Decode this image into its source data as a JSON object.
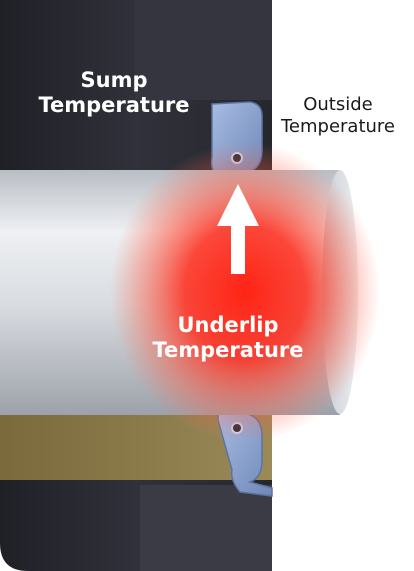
{
  "labels": {
    "sump": [
      "Sump",
      "Temperature"
    ],
    "outside": [
      "Outside",
      "Temperature"
    ],
    "underlip": [
      "Underlip",
      "Temperature"
    ]
  },
  "colors": {
    "housing": "#2b2c33",
    "shaft": "#d6d9de",
    "heat": "#ff2a1a",
    "seal": "#8fa9d6",
    "bore_lower": "#8a7a4a",
    "arrow": "#ffffff"
  },
  "icons": {
    "arrow": "up-arrow-icon",
    "seal_spring": "garter-spring-icon"
  }
}
